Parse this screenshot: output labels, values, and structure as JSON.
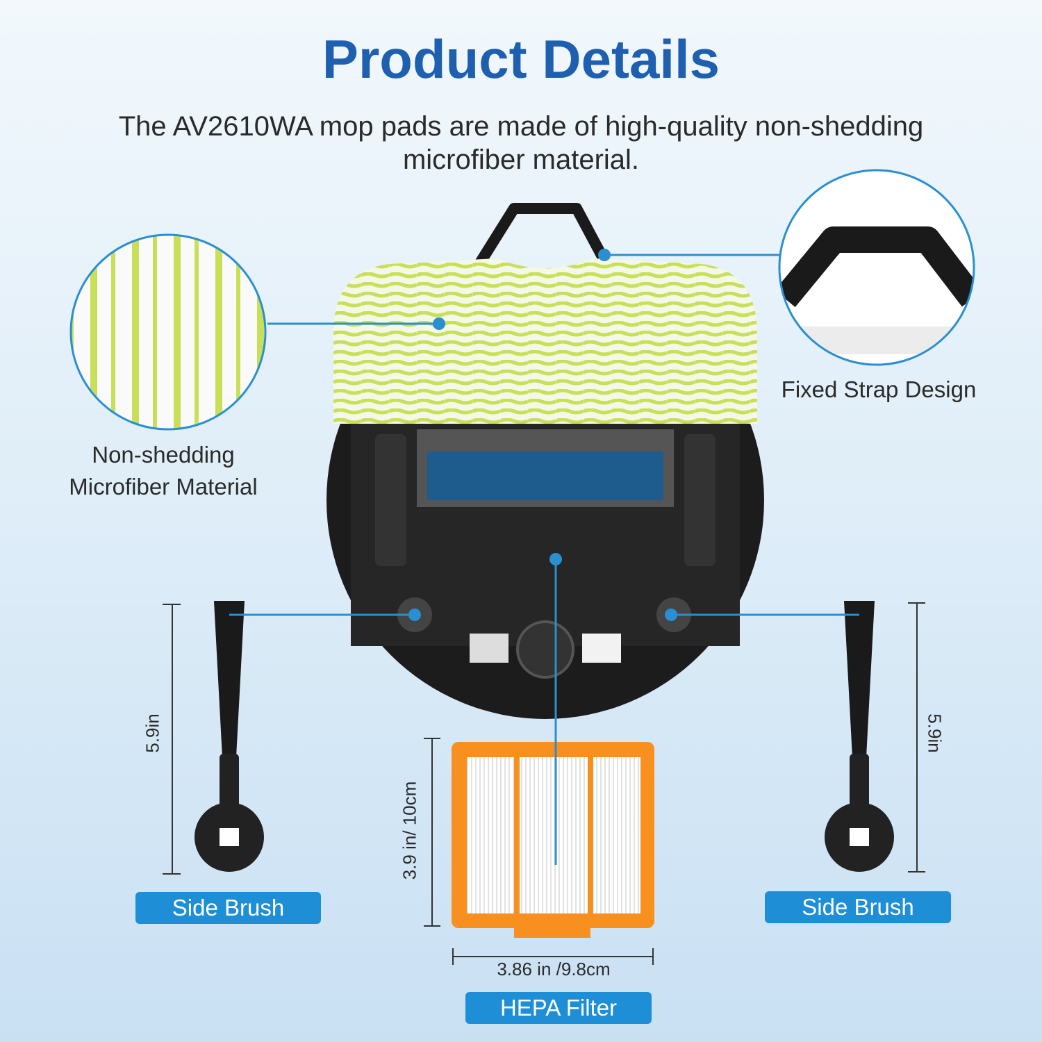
{
  "header": {
    "title": "Product Details",
    "subtitle": "The AV2610WA mop pads are made of high-quality non-shedding microfiber material."
  },
  "callouts": {
    "microfiber": {
      "line1": "Non-shedding",
      "line2": "Microfiber Material"
    },
    "strap": {
      "label": "Fixed Strap Design"
    }
  },
  "parts": {
    "side_brush_left": {
      "label": "Side Brush",
      "dimension": "5.9in"
    },
    "side_brush_right": {
      "label": "Side Brush",
      "dimension": "5.9in"
    },
    "hepa_filter": {
      "label": "HEPA Filter",
      "height": "3.9 in/ 10cm",
      "width": "3.86 in /9.8cm"
    }
  },
  "colors": {
    "title": "#1f5fb0",
    "accent": "#1e8fd6",
    "filter_frame": "#f7901e",
    "mop": "#d8ea8a"
  }
}
